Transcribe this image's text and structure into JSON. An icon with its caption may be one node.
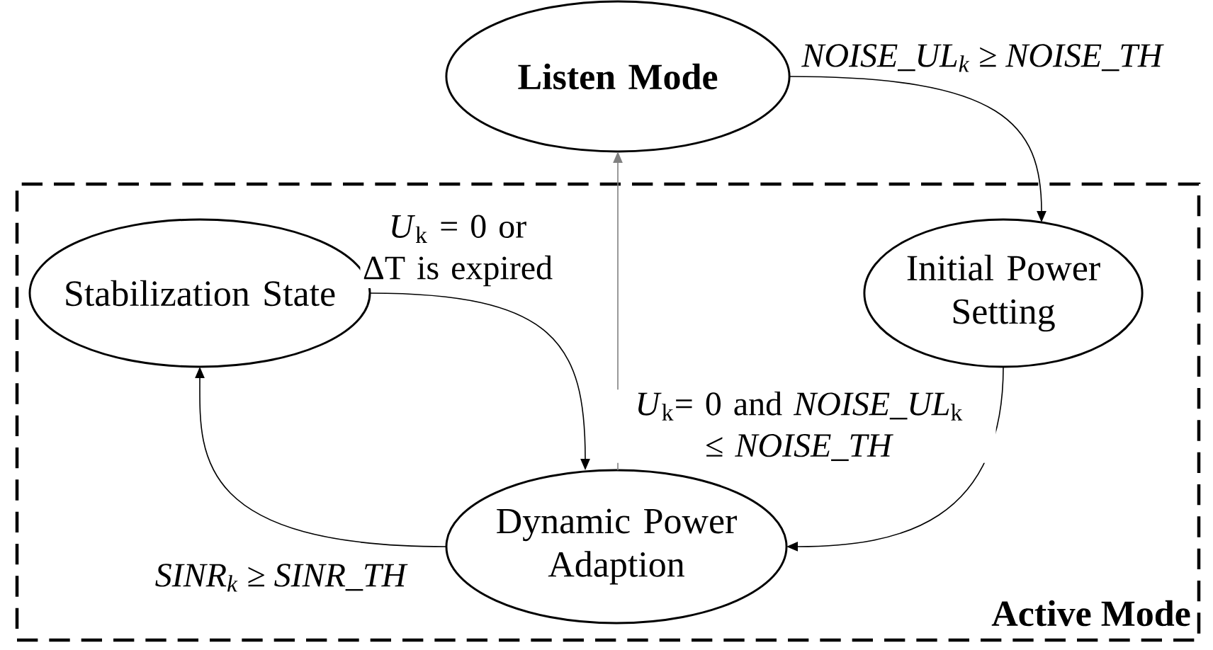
{
  "diagram": {
    "nodes": [
      {
        "text": [
          "Listen Mode"
        ]
      },
      {
        "text": [
          "Active Mode"
        ]
      },
      {
        "text": [
          "Stabilization State"
        ],
        "in": 1
      },
      {
        "text": [
          "Initial Power Setting"
        ],
        "in": 1
      },
      {
        "text": [
          "Dynamic Power Adaption"
        ],
        "in": 1
      }
    ],
    "edges": [
      {
        "from": 0,
        "to": 3,
        "arrow": "to",
        "label": "NOISE_UL$_{k}$ ≥ NOISE_TH"
      },
      {
        "from": 2,
        "to": 4,
        "arrow": "to",
        "label": "*U*$_{k}$ = 0 or ΔT is expired"
      },
      {
        "from": 4,
        "to": 0,
        "arrow": "to",
        "color": "#808080",
        "label": "*U*$_{k}$= 0 and *NOISE_UL*$_{k}$ ≤ *NOISE_TH*"
      },
      {
        "from": 3,
        "to": 4,
        "arrow": "to"
      },
      {
        "from": 4,
        "to": 2,
        "arrow": "to",
        "label": "SINR$_{k}$ ≥ SINR_TH"
      }
    ]
  }
}
